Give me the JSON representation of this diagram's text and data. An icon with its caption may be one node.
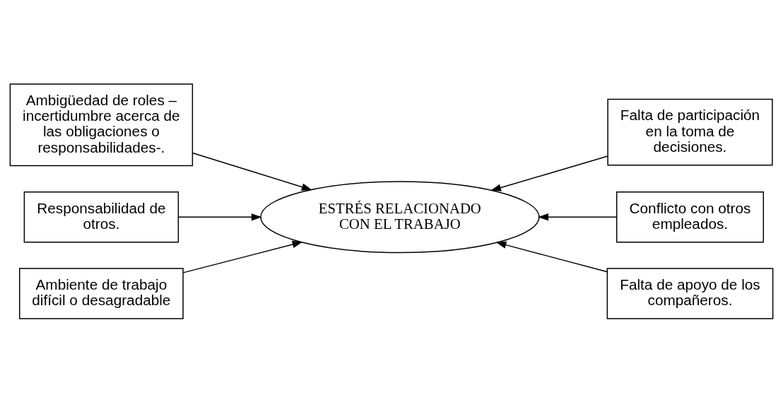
{
  "diagram": {
    "nodes": [
      {
        "text": [
          "Ambigüedad de roles – incertidumbre acerca de las obligaciones o responsabilidades-."
        ]
      },
      {
        "text": [
          "Falta de participación en la toma de decisiones."
        ]
      },
      {
        "text": [
          "ESTRÉS RELACIONADO CON EL TRABAJO"
        ]
      },
      {
        "text": [
          "Responsabilidad de otros."
        ]
      },
      {
        "text": [
          "Conflicto con otros empleados."
        ]
      },
      {
        "text": [
          "Ambiente de trabajo difícil o desagradable"
        ]
      },
      {
        "text": [
          "Falta de apoyo de los compañeros."
        ]
      }
    ],
    "edges": [
      {
        "from": 0,
        "to": 2,
        "arrow": "to"
      },
      {
        "from": 1,
        "to": 2,
        "arrow": "to"
      },
      {
        "from": 3,
        "to": 2,
        "arrow": "to"
      },
      {
        "from": 4,
        "to": 2,
        "arrow": "to"
      },
      {
        "from": 5,
        "to": 2,
        "arrow": "to"
      },
      {
        "from": 6,
        "to": 2,
        "arrow": "to"
      }
    ]
  }
}
